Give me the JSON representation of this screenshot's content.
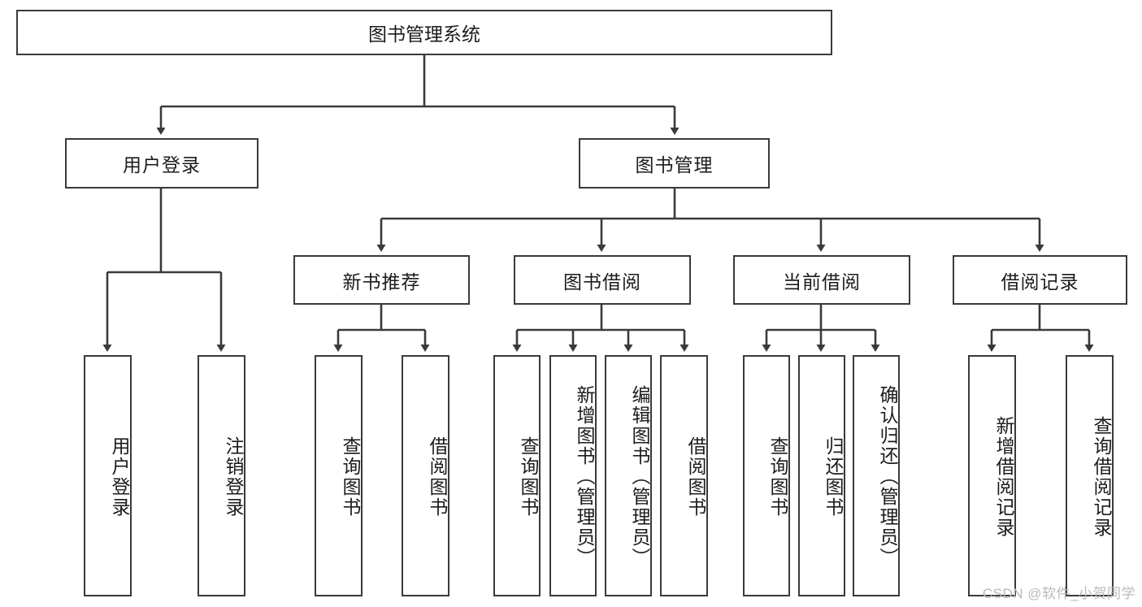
{
  "diagram": {
    "type": "hierarchy-tree",
    "title": "图书管理系统",
    "orientation": "top-down",
    "colors": {
      "stroke": "#3a3a3a",
      "fill": "#ffffff",
      "text": "#1c1c1c",
      "watermark": "#b9b9b9"
    },
    "nodes": {
      "root": {
        "label": "图书管理系统"
      },
      "level2": [
        {
          "id": "user-login",
          "label": "用户登录"
        },
        {
          "id": "book-manage",
          "label": "图书管理"
        }
      ],
      "level3": [
        {
          "id": "new-book-rec",
          "label": "新书推荐"
        },
        {
          "id": "book-borrow",
          "label": "图书借阅"
        },
        {
          "id": "current-borrow",
          "label": "当前借阅"
        },
        {
          "id": "borrow-record",
          "label": "借阅记录"
        }
      ],
      "leaves": {
        "user-login": [
          {
            "id": "leaf-user-login",
            "label": "用户登录"
          },
          {
            "id": "leaf-logout-login",
            "label": "注销登录"
          }
        ],
        "new-book-rec": [
          {
            "id": "leaf-query-book-1",
            "label": "查询图书"
          },
          {
            "id": "leaf-borrow-book-1",
            "label": "借阅图书"
          }
        ],
        "book-borrow": [
          {
            "id": "leaf-query-book-2",
            "label": "查询图书"
          },
          {
            "id": "leaf-add-book",
            "label": "新增图书（管理员）"
          },
          {
            "id": "leaf-edit-book",
            "label": "编辑图书（管理员）"
          },
          {
            "id": "leaf-borrow-book-2",
            "label": "借阅图书"
          }
        ],
        "current-borrow": [
          {
            "id": "leaf-query-book-3",
            "label": "查询图书"
          },
          {
            "id": "leaf-return-book",
            "label": "归还图书"
          },
          {
            "id": "leaf-confirm-return",
            "label": "确认归还（管理员）"
          }
        ],
        "borrow-record": [
          {
            "id": "leaf-add-record",
            "label": "新增借阅记录"
          },
          {
            "id": "leaf-query-record",
            "label": "查询借阅记录"
          }
        ]
      }
    }
  },
  "watermark": {
    "text": "CSDN @软件_小贺同学"
  }
}
